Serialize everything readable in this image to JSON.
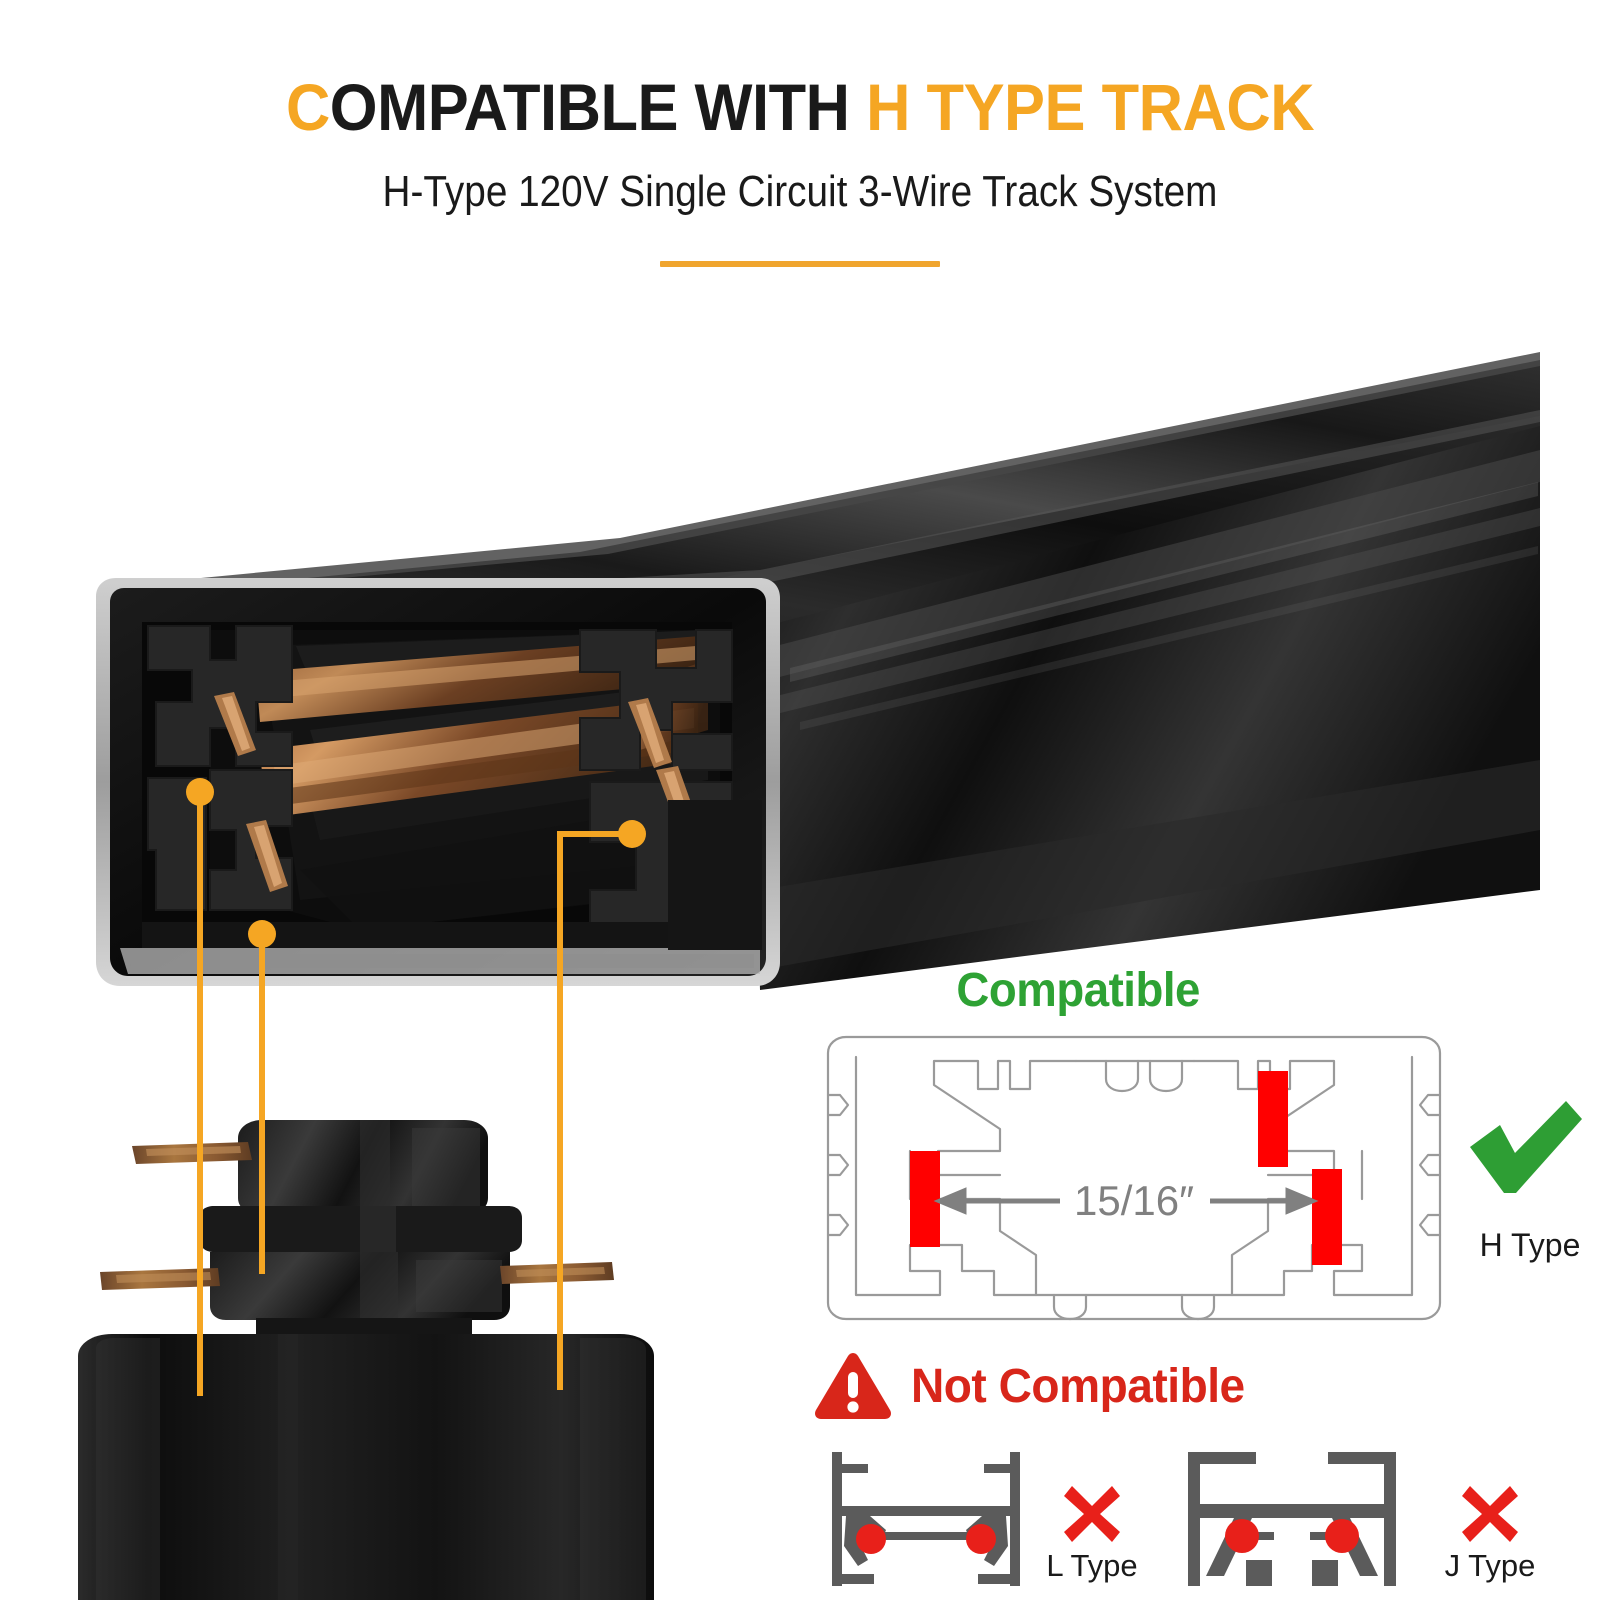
{
  "header": {
    "title_part1": "COMPATIBLE WITH ",
    "title_part2": "H TYPE TRACK",
    "title_lead_letter": "C",
    "title_rest1": "OMPATIBLE WITH ",
    "subtitle": "H-Type 120V Single Circuit 3-Wire Track System",
    "accent_color": "#F5A623",
    "title_color": "#1a1a1a",
    "rule_color": "#F0A52E"
  },
  "product": {
    "track_name": "h-type-track-cross-section",
    "adapter_name": "track-head-adapter-connector",
    "conductor_color": "#8a5a32",
    "body_color": "#0d0d0d",
    "leader_color": "#F5A623",
    "leader_count": 3
  },
  "compatible": {
    "heading": "Compatible",
    "heading_color": "#2EA234",
    "dimension_label": "15/16″",
    "dimension_color": "#808080",
    "type_label": "H Type",
    "check_color": "#2E9E34",
    "contact_color": "#FF0000",
    "outline_color": "#9a9a9a"
  },
  "not_compatible": {
    "heading": "Not Compatible",
    "heading_color": "#D8261A",
    "warning_icon": "warning-triangle-icon",
    "x_color": "#E8201A",
    "profile_color": "#5b5b5b",
    "contact_color": "#E8201A",
    "items": [
      {
        "label": "L Type",
        "icon": "x-mark-icon",
        "diagram": "l-type-track-profile"
      },
      {
        "label": "J Type",
        "icon": "x-mark-icon",
        "diagram": "j-type-track-profile"
      }
    ]
  }
}
